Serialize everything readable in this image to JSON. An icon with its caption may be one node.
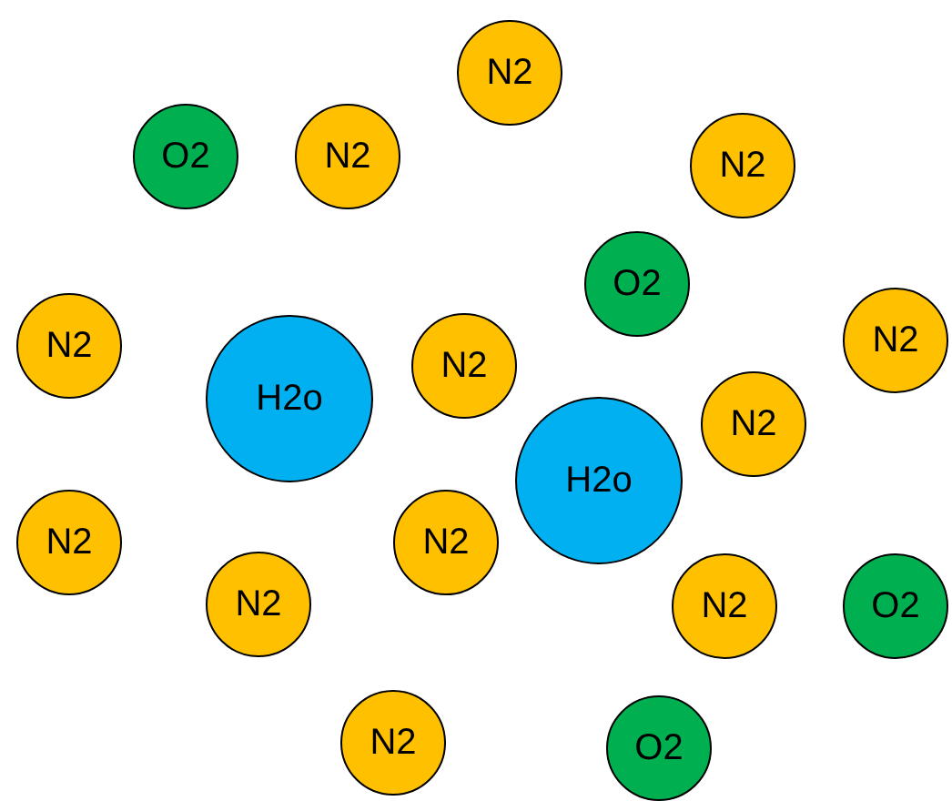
{
  "diagram": {
    "nodes": [
      {
        "text": [
          "N2"
        ]
      },
      {
        "text": [
          "O2"
        ]
      },
      {
        "text": [
          "N2"
        ]
      },
      {
        "text": [
          "N2"
        ]
      },
      {
        "text": [
          "O2"
        ]
      },
      {
        "text": [
          "N2"
        ]
      },
      {
        "text": [
          "N2"
        ]
      },
      {
        "text": [
          "N2"
        ]
      },
      {
        "text": [
          "H2o"
        ]
      },
      {
        "text": [
          "N2"
        ]
      },
      {
        "text": [
          "H2o"
        ]
      },
      {
        "text": [
          "N2"
        ]
      },
      {
        "text": [
          "N2"
        ]
      },
      {
        "text": [
          "N2"
        ]
      },
      {
        "text": [
          "N2"
        ]
      },
      {
        "text": [
          "O2"
        ]
      },
      {
        "text": [
          "N2"
        ]
      },
      {
        "text": [
          "O2"
        ]
      }
    ]
  }
}
